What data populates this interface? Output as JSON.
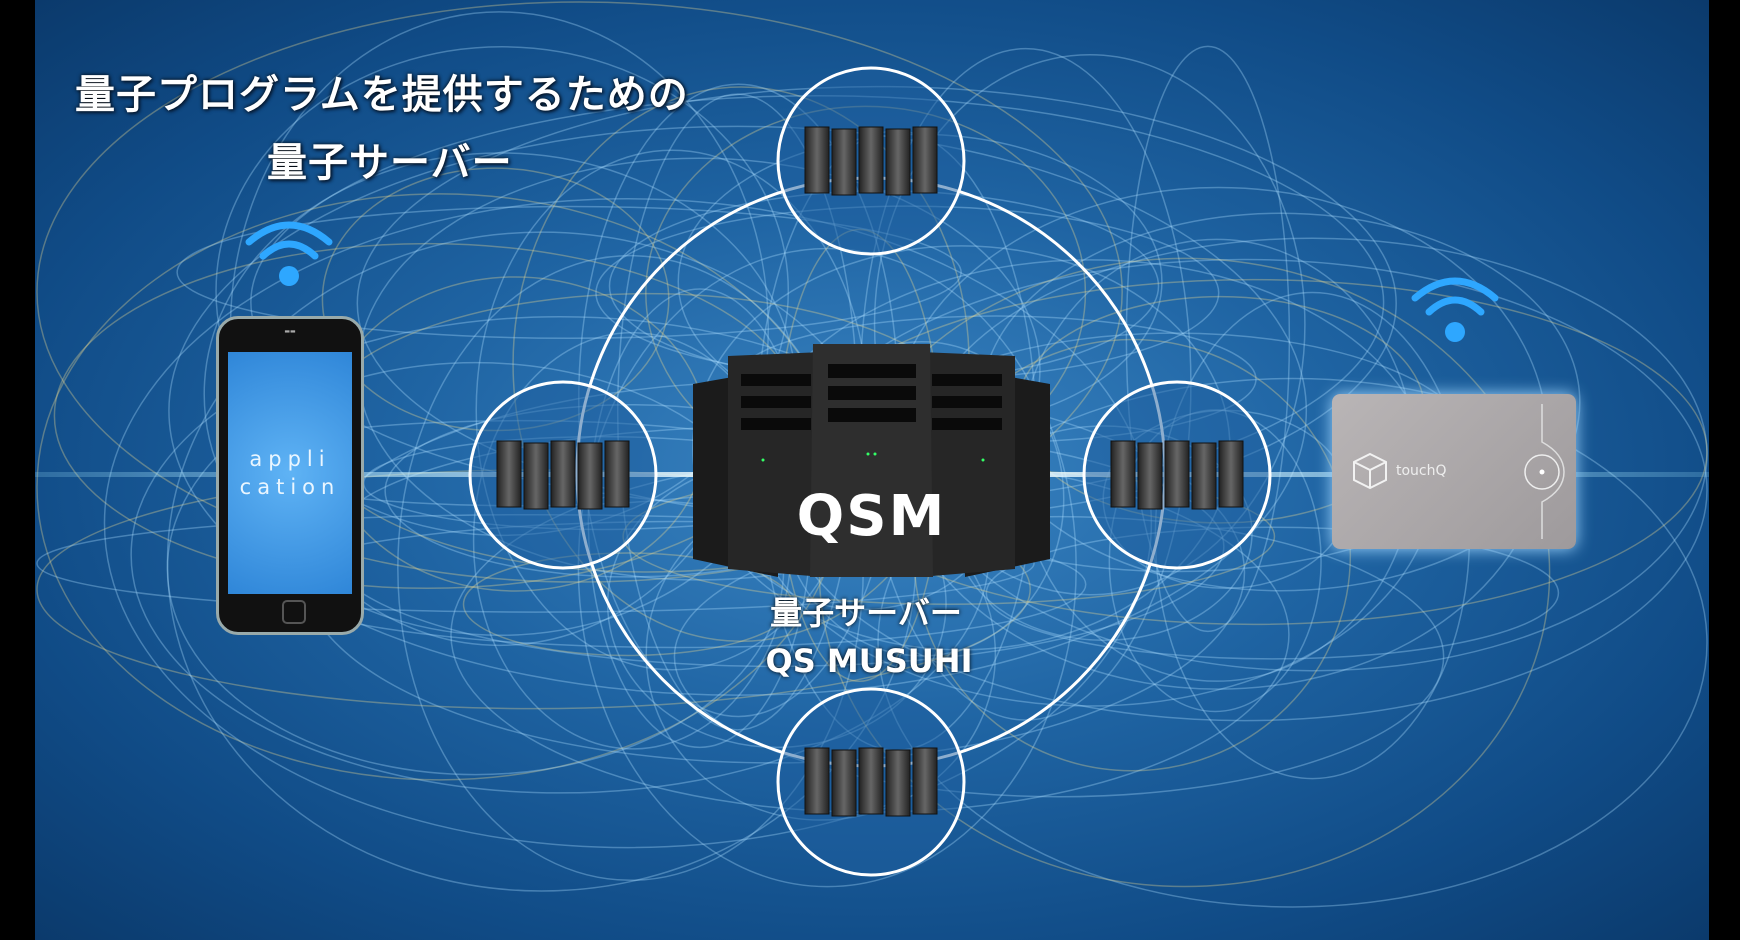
{
  "title": {
    "line1": "量子プログラムを提供するための",
    "line2": "量子サーバー"
  },
  "phone": {
    "text_line1": "appli",
    "text_line2": "cation"
  },
  "card": {
    "brand": "touchQ"
  },
  "server": {
    "logo": "QSM",
    "label_jp": "量子サーバー",
    "label_en": "QS MUSUHI"
  },
  "colors": {
    "background": "#1f64a3",
    "ring": "#ffffff",
    "screen": "#3a92e0"
  }
}
